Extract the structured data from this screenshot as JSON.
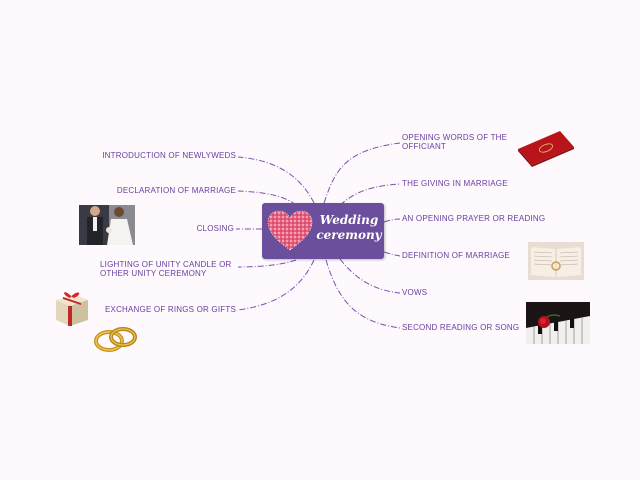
{
  "center": {
    "title_line1": "Wedding",
    "title_line2": "ceremony"
  },
  "branches_right": [
    {
      "line1": "OPENING WORDS OF THE",
      "line2": "OFFICIANT"
    },
    {
      "label": "THE GIVING IN MARRIAGE"
    },
    {
      "label": "AN OPENING PRAYER OR READING"
    },
    {
      "label": "DEFINITION OF MARRIAGE"
    },
    {
      "label": "VOWS"
    },
    {
      "label": "SECOND READING OR SONG"
    }
  ],
  "branches_left": [
    {
      "label": "INTRODUCTION OF NEWLYWEDS"
    },
    {
      "label": "DECLARATION OF MARRIAGE"
    },
    {
      "label": "CLOSING"
    },
    {
      "line1": "LIGHTING OF UNITY CANDLE OR",
      "line2": "OTHER UNITY CEREMONY"
    },
    {
      "label": "EXCHANGE OF RINGS OR GIFTS"
    }
  ],
  "colors": {
    "branch_line": "#7d4fb3",
    "center_fill": "#6b4e9c",
    "label_text": "#6a3fa0",
    "heart": "#e8607e"
  },
  "icons": [
    "heart-collage-icon",
    "red-booklet-icon",
    "open-bible-icon",
    "piano-rose-icon",
    "couple-photo-icon",
    "gift-box-icon",
    "gold-rings-icon"
  ]
}
